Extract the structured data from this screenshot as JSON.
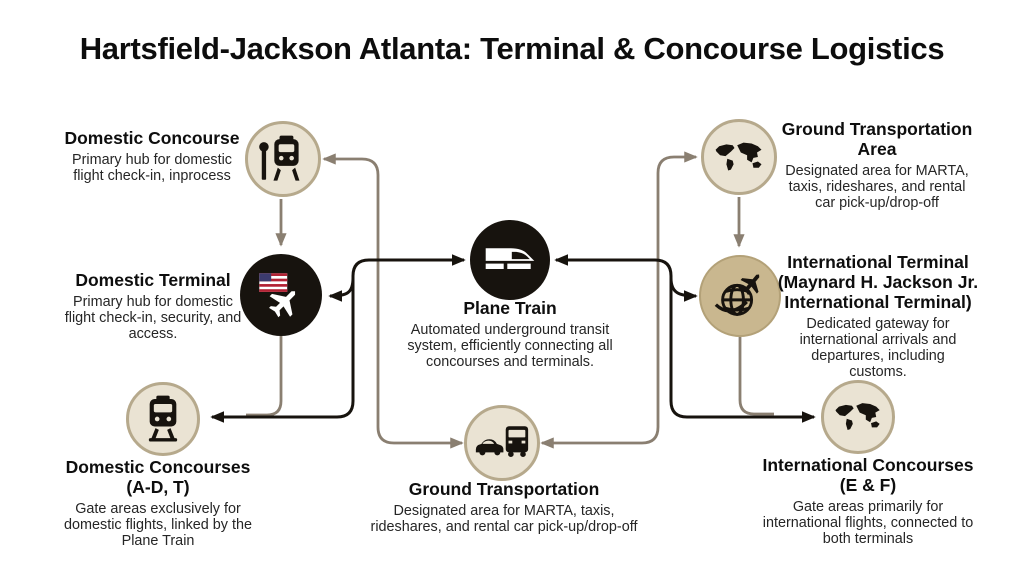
{
  "title": "Hartsfield-Jackson Atlanta: Terminal & Concourse Logistics",
  "nodes": {
    "dc": {
      "label": "Domestic Concourse",
      "description": "Primary hub for domestic flight check-in, inprocess",
      "icon": "train-station-icon"
    },
    "dt": {
      "label": "Domestic Terminal",
      "description": "Primary hub for domestic flight check-in, security, and access.",
      "icon": "us-flag-airplane-icon"
    },
    "adt": {
      "label": "Domestic Concourses",
      "sublabel": "(A-D, T)",
      "description": "Gate areas exclusively for domestic flights, linked by the Plane Train",
      "icon": "tram-icon"
    },
    "pt": {
      "label": "Plane Train",
      "description": "Automated underground transit system, efficiently connecting all concourses and terminals.",
      "icon": "train-icon"
    },
    "gt": {
      "label": "Ground Transportation",
      "description": "Designated area for MARTA, taxis, rideshares, and rental car pick-up/drop-off",
      "icon": "car-bus-icon"
    },
    "gta": {
      "label": "Ground Transportation",
      "sublabel": "Area",
      "description": "Designated area for MARTA, taxis, rideshares, and rental car pick-up/drop-off",
      "icon": "world-map-icon"
    },
    "it": {
      "label": "International Terminal",
      "sublabel": "(Maynard H. Jackson Jr. International Terminal)",
      "description": "Dedicated gateway for international arrivals and departures, including customs.",
      "icon": "globe-airplane-icon"
    },
    "ic": {
      "label": "International Concourses",
      "sublabel": "(E & F)",
      "description": "Gate areas primarily for international flights, connected to both terminals",
      "icon": "world-map-icon"
    }
  },
  "edges": [
    {
      "from": "ground-transportation",
      "to": "domestic-concourse",
      "style": "tan",
      "bidirectional": true
    },
    {
      "from": "domestic-concourse",
      "to": "domestic-terminal",
      "style": "tan",
      "bidirectional": false
    },
    {
      "from": "domestic-terminal",
      "to": "domestic-concourses-adt",
      "style": "tan",
      "bidirectional": false
    },
    {
      "from": "plane-train",
      "to": "domestic-concourses-adt",
      "style": "black",
      "bidirectional": true
    },
    {
      "from": "plane-train",
      "to": "domestic-terminal",
      "style": "black",
      "bidirectional": false
    },
    {
      "from": "ground-transportation",
      "to": "ground-transportation-area",
      "style": "tan",
      "bidirectional": true
    },
    {
      "from": "ground-transportation-area",
      "to": "international-terminal",
      "style": "tan",
      "bidirectional": false
    },
    {
      "from": "international-terminal",
      "to": "international-concourses-ef",
      "style": "tan",
      "bidirectional": false
    },
    {
      "from": "plane-train",
      "to": "international-concourses-ef",
      "style": "black",
      "bidirectional": true
    },
    {
      "from": "plane-train",
      "to": "international-terminal",
      "style": "black",
      "bidirectional": false
    }
  ],
  "colors": {
    "background": "#ffffff",
    "connector_tan": "#8a7f71",
    "connector_black": "#17130e",
    "circle_fill": "#eae3d3",
    "circle_border": "#b6a98c",
    "dark_circle": "#17130e",
    "terminal_circle_fill": "#c9b78f",
    "terminal_circle_border": "#b3a178",
    "flag_red": "#b22234",
    "flag_blue": "#3c3b6e"
  }
}
